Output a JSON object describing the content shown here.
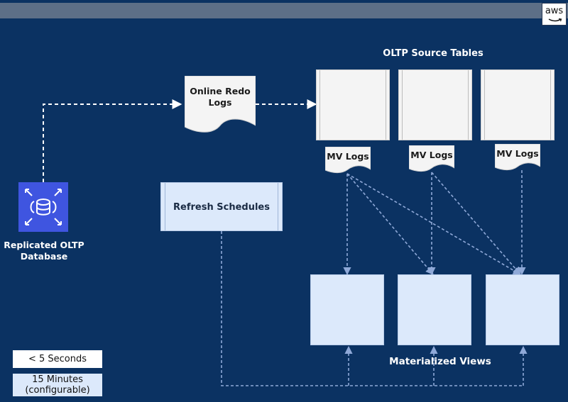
{
  "header": {
    "logo_text": "aws"
  },
  "diagram": {
    "source_tables_title": "OLTP Source Tables",
    "online_redo_logs": "Online Redo Logs",
    "mv_logs": [
      "MV Logs",
      "MV Logs",
      "MV Logs"
    ],
    "refresh_schedules": "Refresh Schedules",
    "replicated_db_label": "Replicated OLTP Database",
    "materialized_views_title": "Materialized Views"
  },
  "legend": {
    "items": [
      {
        "label": "< 5 Seconds",
        "style": "white-dashed"
      },
      {
        "label": "15 Minutes (configurable)",
        "style": "blue-dashed"
      }
    ]
  },
  "colors": {
    "background": "#0b3262",
    "top_bar": "#5d6f87",
    "source_table": "#f4f4f4",
    "materialized_view": "#dce9fb",
    "db_icon": "#3f55e0",
    "fast_arrow": "#ffffff",
    "slow_arrow": "#8fa9d8"
  }
}
